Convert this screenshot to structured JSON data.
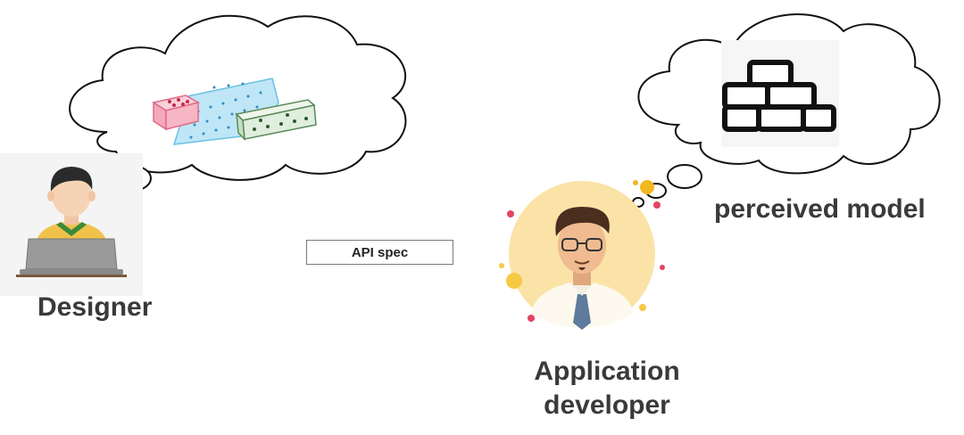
{
  "labels": {
    "designer": "Designer",
    "perceived_model": "perceived model",
    "app_dev_line1": "Application",
    "app_dev_line2": "developer"
  },
  "api_spec": {
    "label": "API spec"
  },
  "icons": {
    "designer": "person-at-laptop-icon",
    "design_thought": "blocks-and-blueprint-icon",
    "developer": "developer-avatar-icon",
    "perceived_thought": "stacked-bricks-icon"
  },
  "colors": {
    "text": "#3a3a3a",
    "avatar_bg": "#fbe3a8",
    "pink_block": "#f7b6c4",
    "blueprint": "#bfe6f7",
    "green_block": "#dfeedd",
    "tie": "#5e7a9c"
  }
}
